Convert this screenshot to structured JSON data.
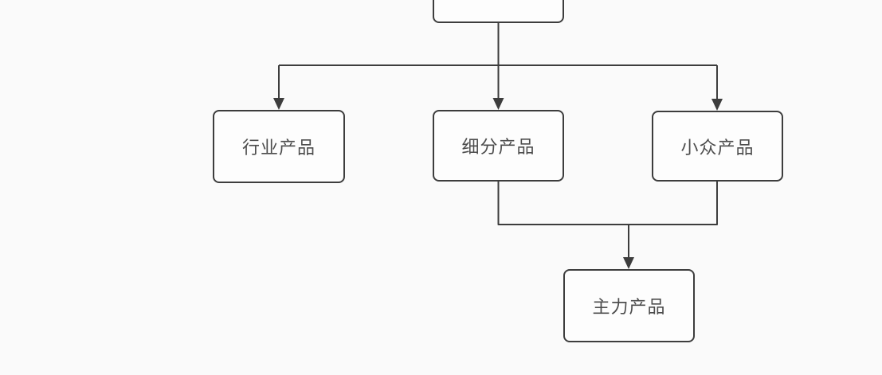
{
  "diagram": {
    "type": "flowchart",
    "nodes": [
      {
        "id": "top-node",
        "label": ""
      },
      {
        "id": "industry",
        "label": "行业产品"
      },
      {
        "id": "segment",
        "label": "细分产品"
      },
      {
        "id": "niche",
        "label": "小众产品"
      },
      {
        "id": "main",
        "label": "主力产品"
      }
    ],
    "edges": [
      {
        "from": "top-node",
        "to": "industry",
        "arrow": true
      },
      {
        "from": "top-node",
        "to": "segment",
        "arrow": true
      },
      {
        "from": "top-node",
        "to": "niche",
        "arrow": true
      },
      {
        "from": "segment",
        "to": "main",
        "arrow": true
      },
      {
        "from": "niche",
        "to": "main",
        "arrow": true
      }
    ],
    "colors": {
      "background": "#fafafa",
      "node_fill": "#fdfdfd",
      "stroke": "#3d3d3d",
      "text": "#4d4d4d"
    }
  }
}
